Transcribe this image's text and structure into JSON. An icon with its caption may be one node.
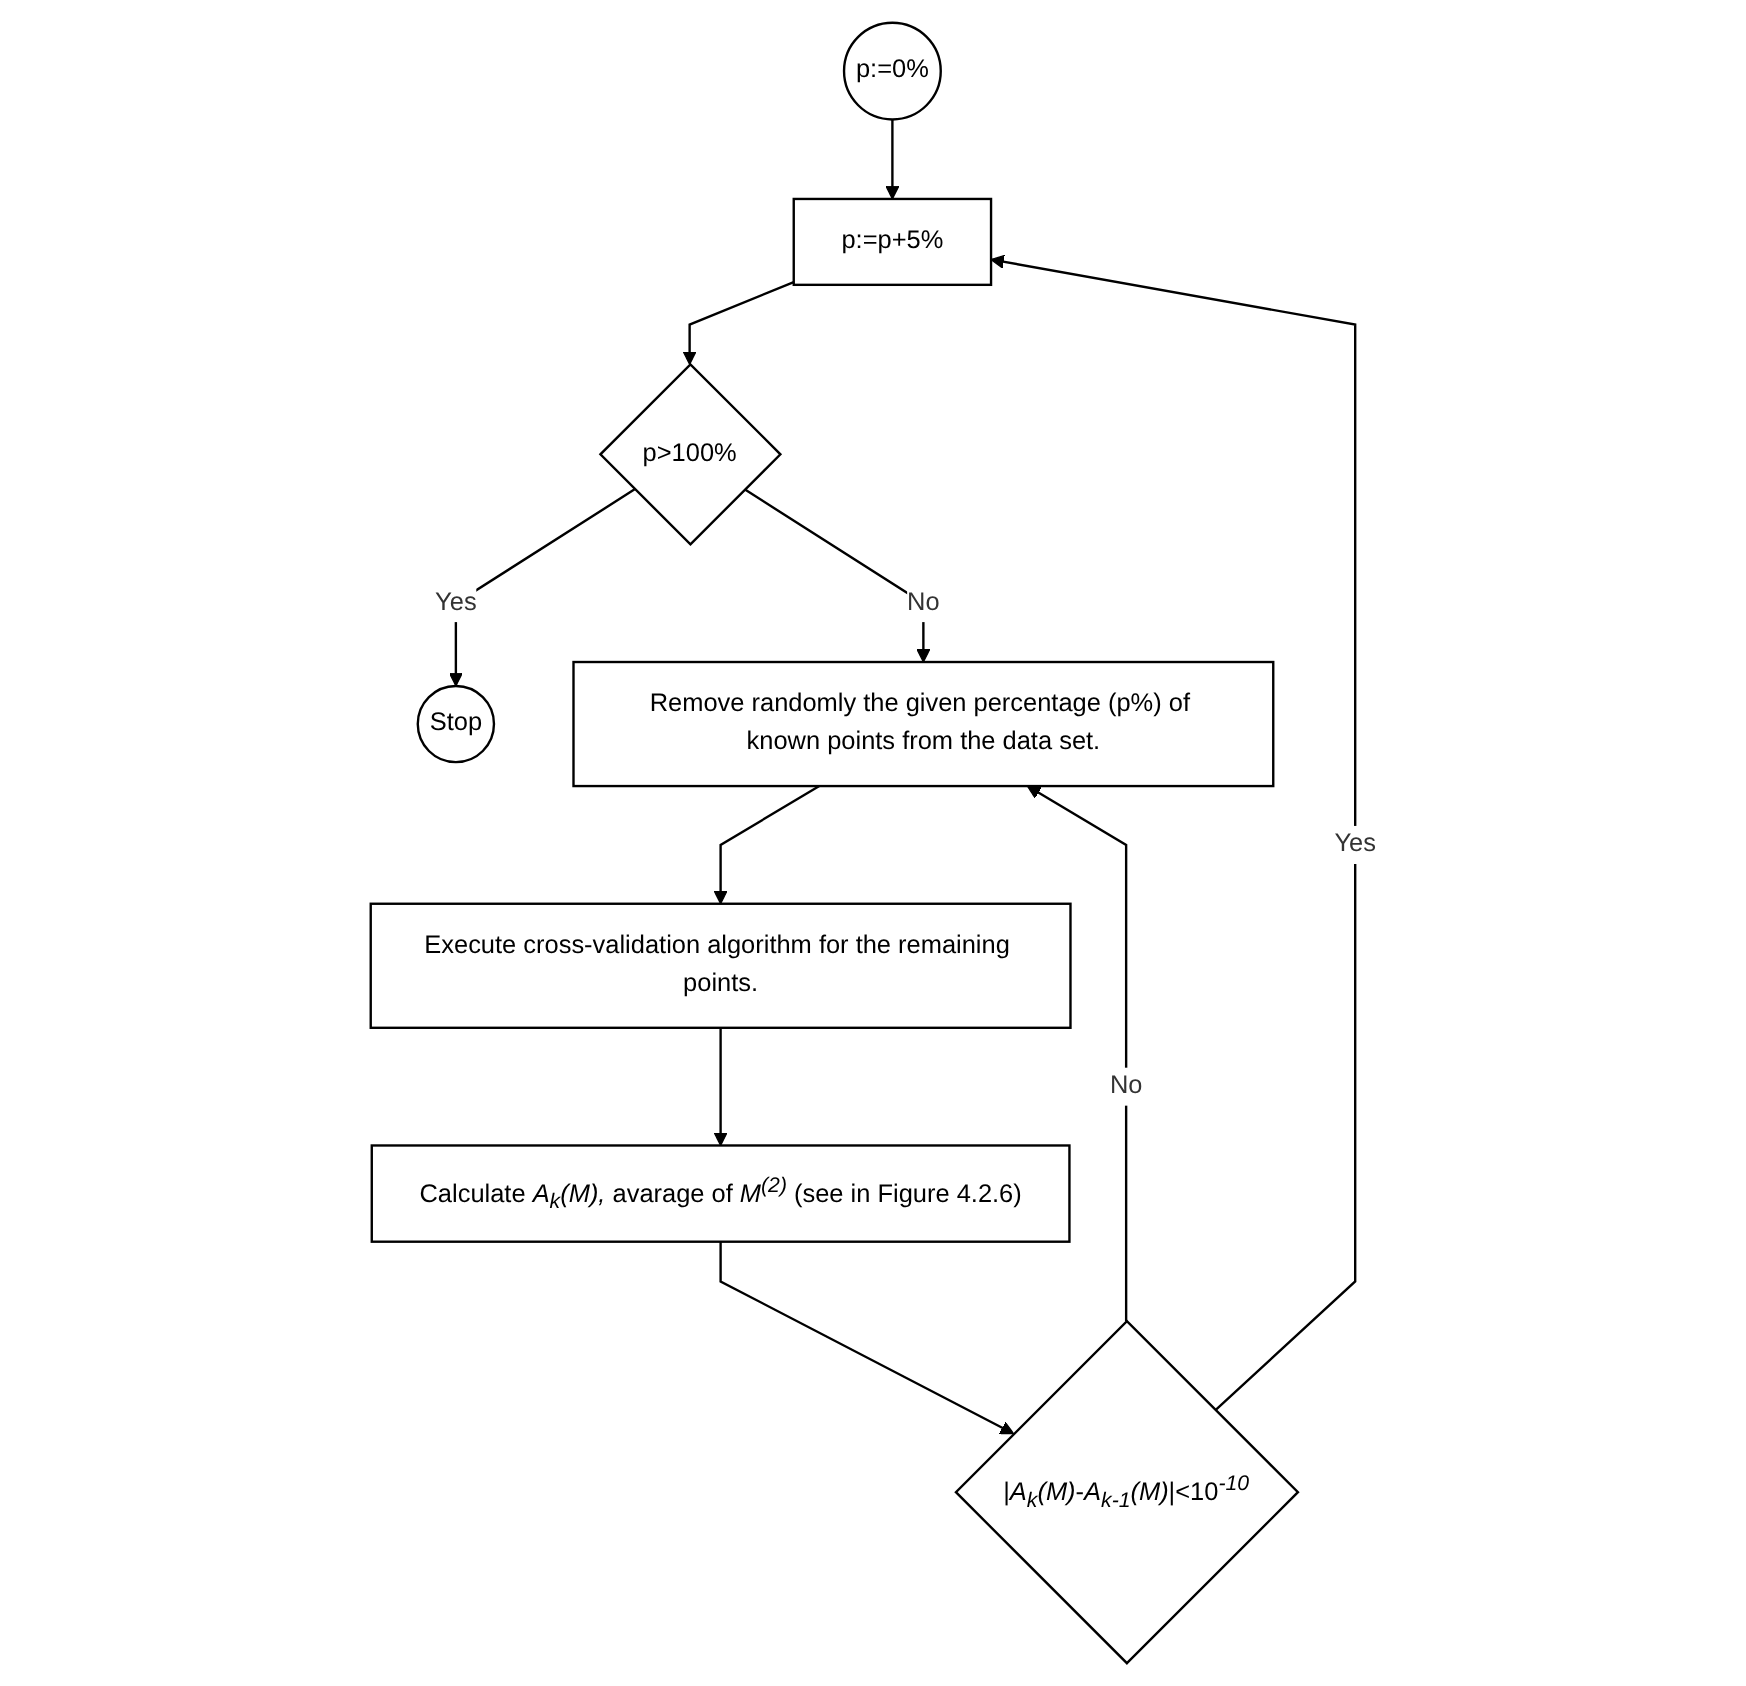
{
  "diagram": {
    "nodes": [
      {
        "text": [
          "p:=0%"
        ]
      },
      {
        "text": [
          "p:=p+5%"
        ]
      },
      {
        "text": [
          "p>100%"
        ]
      },
      {
        "text": [
          "Stop"
        ]
      },
      {
        "text": [
          "Remove randomly the given percentage (p%) of known points from the data set."
        ]
      },
      {
        "text": [
          "Execute cross-validation algorithm for the remaining points."
        ]
      },
      {
        "text": [
          "Calculate *A*$_{k}$*(M),* avarage of *M*$^{(2)}$ (see in Figure 4.2.6)"
        ]
      },
      {
        "text": [
          "|*A*$_{k}$*(M)*-*A*$_{k-1}$*(M)*|<10$^{-10}$"
        ]
      }
    ],
    "edges": [
      {
        "from": 0,
        "to": 1,
        "arrow": "to"
      },
      {
        "from": 1,
        "to": 2,
        "arrow": "to"
      },
      {
        "from": 2,
        "to": 3,
        "arrow": "to",
        "label": "Yes"
      },
      {
        "from": 2,
        "to": 4,
        "arrow": "to",
        "label": "No"
      },
      {
        "from": 4,
        "to": 5,
        "arrow": "to"
      },
      {
        "from": 5,
        "to": 6,
        "arrow": "to"
      },
      {
        "from": 6,
        "to": 7,
        "arrow": "to"
      },
      {
        "from": 7,
        "to": 1,
        "arrow": "to",
        "label": "Yes"
      },
      {
        "from": 7,
        "to": 4,
        "arrow": "to",
        "label": "No"
      }
    ]
  }
}
